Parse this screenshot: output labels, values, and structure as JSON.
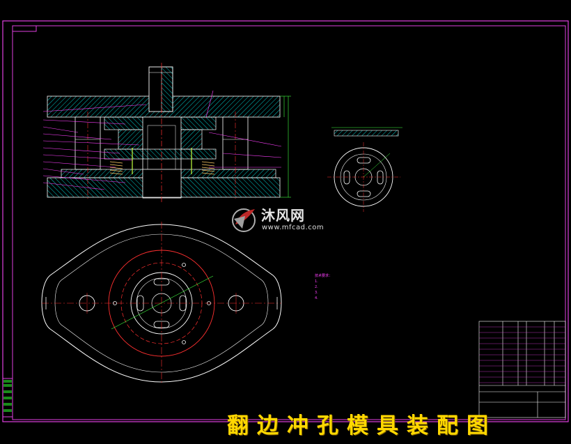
{
  "watermark": {
    "brand_cn": "沐风网",
    "url": "www.mfcad.com"
  },
  "title_caption": "翻边冲孔模具装配图",
  "colors": {
    "background": "#000000",
    "frame": "#e040e0",
    "hatch": "#00d0d0",
    "outline": "#ffffff",
    "centerline": "#ff3030",
    "leader": "#ff40ff",
    "dimension": "#40ff40",
    "caption": "#ffd800"
  },
  "technical_notes": [
    "技术要求：",
    "1.",
    "2.",
    "3.",
    "4."
  ]
}
